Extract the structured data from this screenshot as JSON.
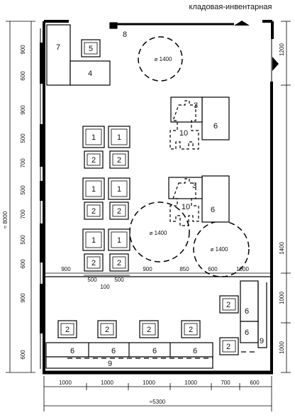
{
  "header": {
    "room_label": "кладовая-инвентарная"
  },
  "items": {
    "n1": "1",
    "n2": "2",
    "n3": "3",
    "n4": "4",
    "n5": "5",
    "n6": "6",
    "n7": "7",
    "n8": "8",
    "n9": "9",
    "n10": "10"
  },
  "circle_label": "⌀ 1400",
  "dimensions": {
    "bottom": [
      "1000",
      "1000",
      "1000",
      "1000",
      "700",
      "600"
    ],
    "bottom_total": "≈5300",
    "left": [
      "900",
      "600",
      "900",
      "500",
      "700",
      "500",
      "700",
      "500",
      "600",
      "900",
      "600"
    ],
    "left_total": "≈ 8000",
    "right": [
      "1200",
      "1400",
      "1000",
      "1000"
    ],
    "mid_row": [
      "900",
      "900",
      "850",
      "600",
      "1000"
    ],
    "mid_sub": [
      "500",
      "100",
      "500"
    ]
  }
}
